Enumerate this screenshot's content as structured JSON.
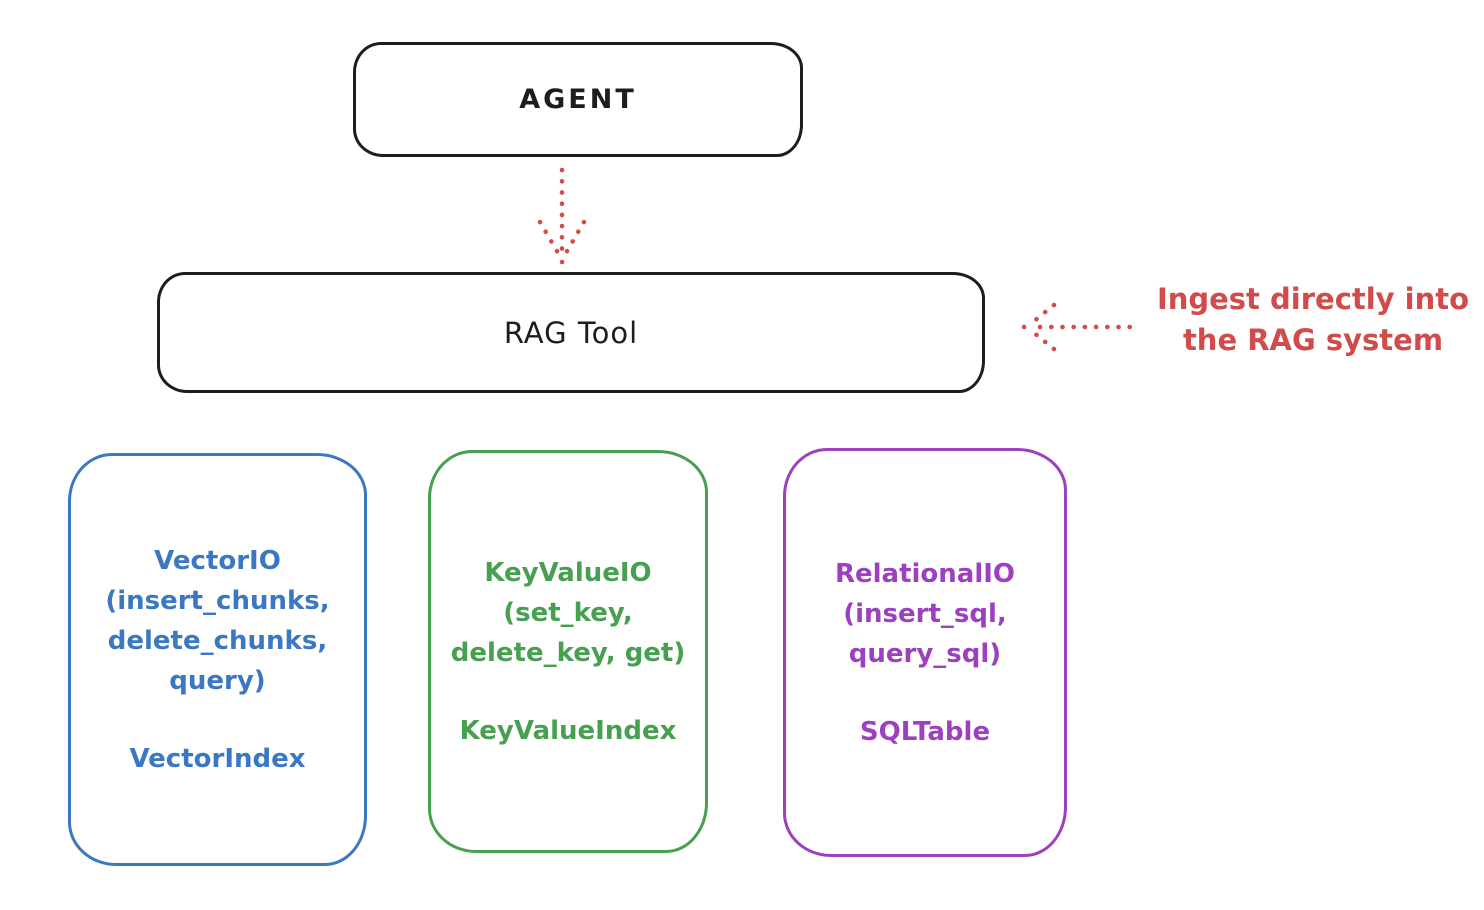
{
  "canvas": {
    "background": "#ffffff"
  },
  "colors": {
    "ink": "#1d1d1d",
    "red": "#d14b4b",
    "blue": "#3a78c2",
    "green": "#46a04f",
    "purple": "#9c40c0"
  },
  "nodes": {
    "agent": {
      "label": "AGENT"
    },
    "rag_tool": {
      "label": "RAG Tool"
    },
    "vector_io": {
      "methods_text": "VectorIO\n(insert_chunks,\ndelete_chunks,\nquery)",
      "index_label": "VectorIndex"
    },
    "key_value_io": {
      "methods_text": "KeyValueIO\n(set_key,\ndelete_key, get)",
      "index_label": "KeyValueIndex"
    },
    "relational_io": {
      "methods_text": "RelationalIO\n(insert_sql,\nquery_sql)",
      "index_label": "SQLTable"
    }
  },
  "annotation": {
    "text": "Ingest directly into\nthe RAG system"
  },
  "arrows": [
    {
      "name": "agent-to-rag-tool",
      "style": "dotted",
      "color": "#d14b4b",
      "direction": "down"
    },
    {
      "name": "ingest-into-rag",
      "style": "dotted",
      "color": "#d14b4b",
      "direction": "left"
    }
  ]
}
